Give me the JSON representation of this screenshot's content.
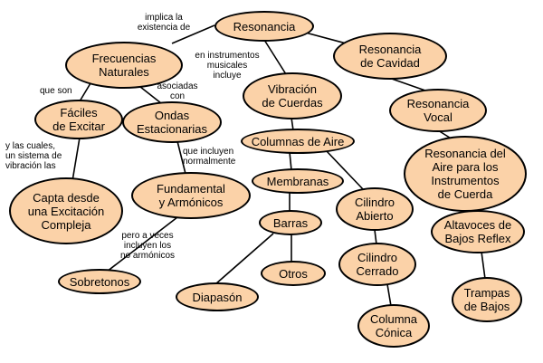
{
  "colors": {
    "node_fill": "#FBD2A8",
    "node_stroke": "#000000",
    "line": "#000000"
  },
  "nodes": {
    "resonancia": "Resonancia",
    "frecuencias": "Frecuencias\nNaturales",
    "cavidad": "Resonancia\nde Cavidad",
    "vibracion": "Vibración\nde Cuerdas",
    "faciles": "Fáciles\nde Excitar",
    "ondas": "Ondas\nEstacionarias",
    "vocal": "Resonancia\nVocal",
    "columnas": "Columnas de Aire",
    "aire_instr": "Resonancia del\nAire para los\nInstrumentos\nde Cuerda",
    "capta": "Capta desde\nuna Excitación\nCompleja",
    "fundamental": "Fundamental\ny Armónicos",
    "membranas": "Membranas",
    "barras": "Barras",
    "abierto": "Cilindro\nAbierto",
    "altavoces": "Altavoces de\nBajos Reflex",
    "cerrado": "Cilindro\nCerrado",
    "otros": "Otros",
    "sobretonos": "Sobretonos",
    "diapason": "Diapasón",
    "trampas": "Trampas\nde Bajos",
    "conica": "Columna\nCónica"
  },
  "link_labels": {
    "implica": "implica la\nexistencia de",
    "instrumentos": "en instrumentos\nmusicales\nincluye",
    "que_son": "que son",
    "asociadas": "asociadas\ncon",
    "las_cuales": "y las cuales,\nun sistema de\nvibración las",
    "incluyen": "que incluyen\nnormalmente",
    "a_veces": "pero a veces\nincluyen los\nno armónicos"
  }
}
